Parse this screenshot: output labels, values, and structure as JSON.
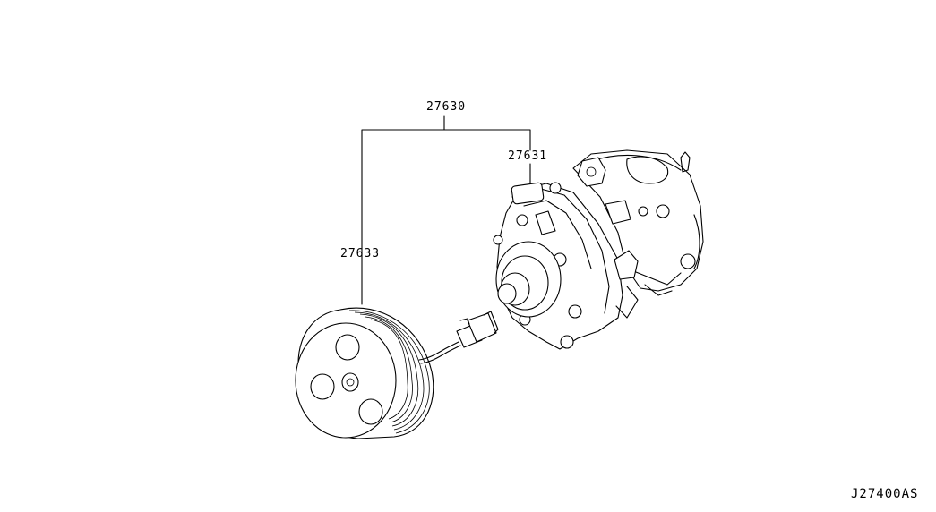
{
  "callouts": {
    "assembly": "27630",
    "compressor": "27631",
    "clutch": "27633"
  },
  "drawing_code": "J27400AS"
}
